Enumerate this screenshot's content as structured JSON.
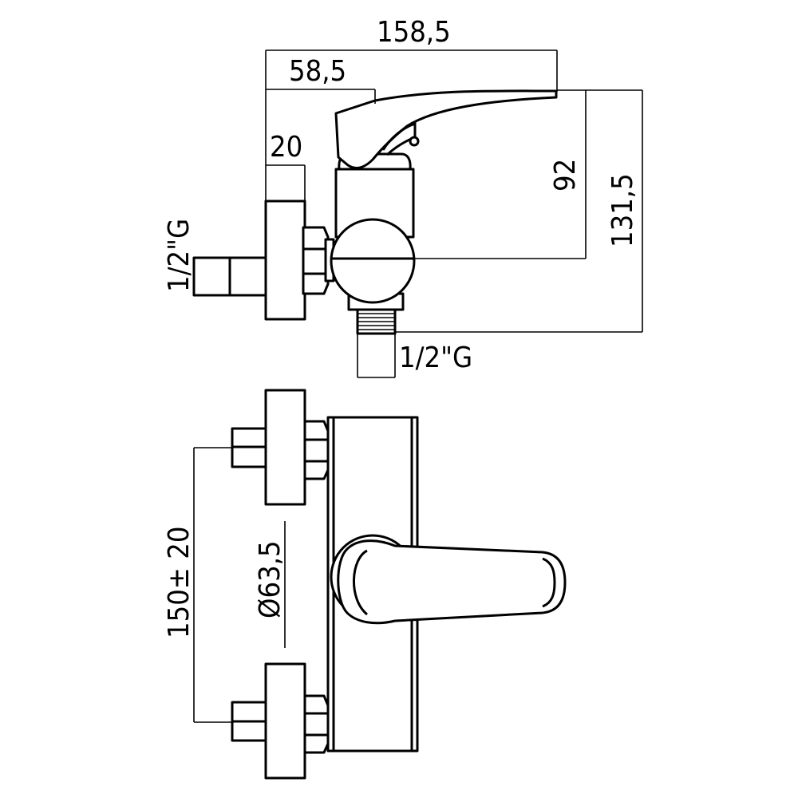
{
  "dimensions": {
    "overall_length": "158,5",
    "handle_offset": "58,5",
    "flange_thickness": "20",
    "handle_height": "92",
    "overall_height": "131,5",
    "inlet_thread": "1/2\"G",
    "outlet_thread": "1/2\"G",
    "center_distance": "150± 20",
    "flange_diameter": "Ø63,5"
  }
}
